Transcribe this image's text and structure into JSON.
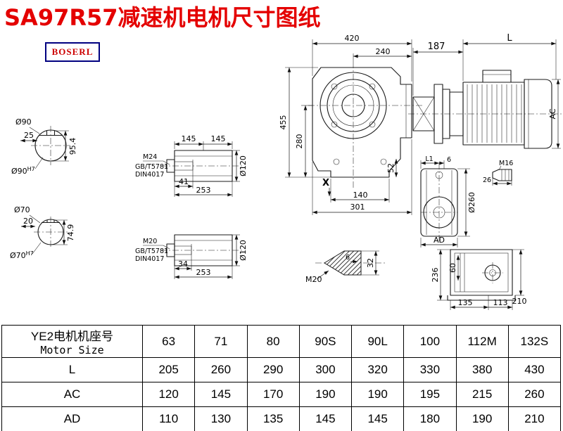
{
  "page": {
    "title": "SA97R57减速机电机尺寸图纸",
    "logo": "BOSERL"
  },
  "colors": {
    "title_red": "#e40000",
    "logo_blue": "#000080",
    "logo_red": "#cc0000"
  },
  "drawing": {
    "front_view": {
      "width_total": "420",
      "width_to_flange": "240",
      "height_total": "455",
      "height_to_axis": "280",
      "foot_height": "52",
      "foot_width": "140",
      "base_width": "301",
      "section_marker": "X"
    },
    "motor_view": {
      "adapter_length": "187",
      "motor_length": "L",
      "motor_height": "AC"
    },
    "shaft_90": {
      "diameter": "Ø90",
      "keyway_width": "25",
      "keyway_height": "95.4",
      "fit_base": "Ø90",
      "fit_tolerance": "H7"
    },
    "shaft_70": {
      "diameter": "Ø70",
      "keyway_width": "20",
      "keyway_height": "74.9",
      "fit_base": "Ø70",
      "fit_tolerance": "H7"
    },
    "hollow_shaft_top": {
      "half_length_a": "145",
      "half_length_b": "145",
      "outer_diameter": "Ø120",
      "bolt_thread": "M24",
      "bolt_standard_gb": "GB/T5781",
      "bolt_standard_din": "DIN4017",
      "bolt_length": "41",
      "total_length": "253"
    },
    "hollow_shaft_bottom": {
      "outer_diameter": "Ø120",
      "bolt_thread": "M20",
      "bolt_standard_gb": "GB/T5781",
      "bolt_standard_din": "DIN4017",
      "bolt_length": "34",
      "total_length": "253"
    },
    "side_view": {
      "l1": "L1",
      "offset_6": "6",
      "flange_diameter": "Ø260",
      "ad": "AD",
      "stud_thread": "M16",
      "stud_length": "26"
    },
    "rear_view": {
      "height_total": "236",
      "inner_60": "60",
      "foot_135": "135",
      "foot_113": "113",
      "width_210": "210"
    },
    "shaft_tip": {
      "length_32": "32",
      "chamfer_6": "6",
      "thread": "M20"
    }
  },
  "table": {
    "header_cn": "YE2电机机座号",
    "header_en": "Motor Size",
    "sizes": [
      "63",
      "71",
      "80",
      "90S",
      "90L",
      "100",
      "112M",
      "132S"
    ],
    "rows": [
      {
        "label": "L",
        "values": [
          "205",
          "260",
          "290",
          "300",
          "320",
          "330",
          "380",
          "430"
        ]
      },
      {
        "label": "AC",
        "values": [
          "120",
          "145",
          "170",
          "190",
          "190",
          "195",
          "215",
          "260"
        ]
      },
      {
        "label": "AD",
        "values": [
          "110",
          "130",
          "135",
          "145",
          "145",
          "180",
          "190",
          "210"
        ]
      }
    ]
  }
}
